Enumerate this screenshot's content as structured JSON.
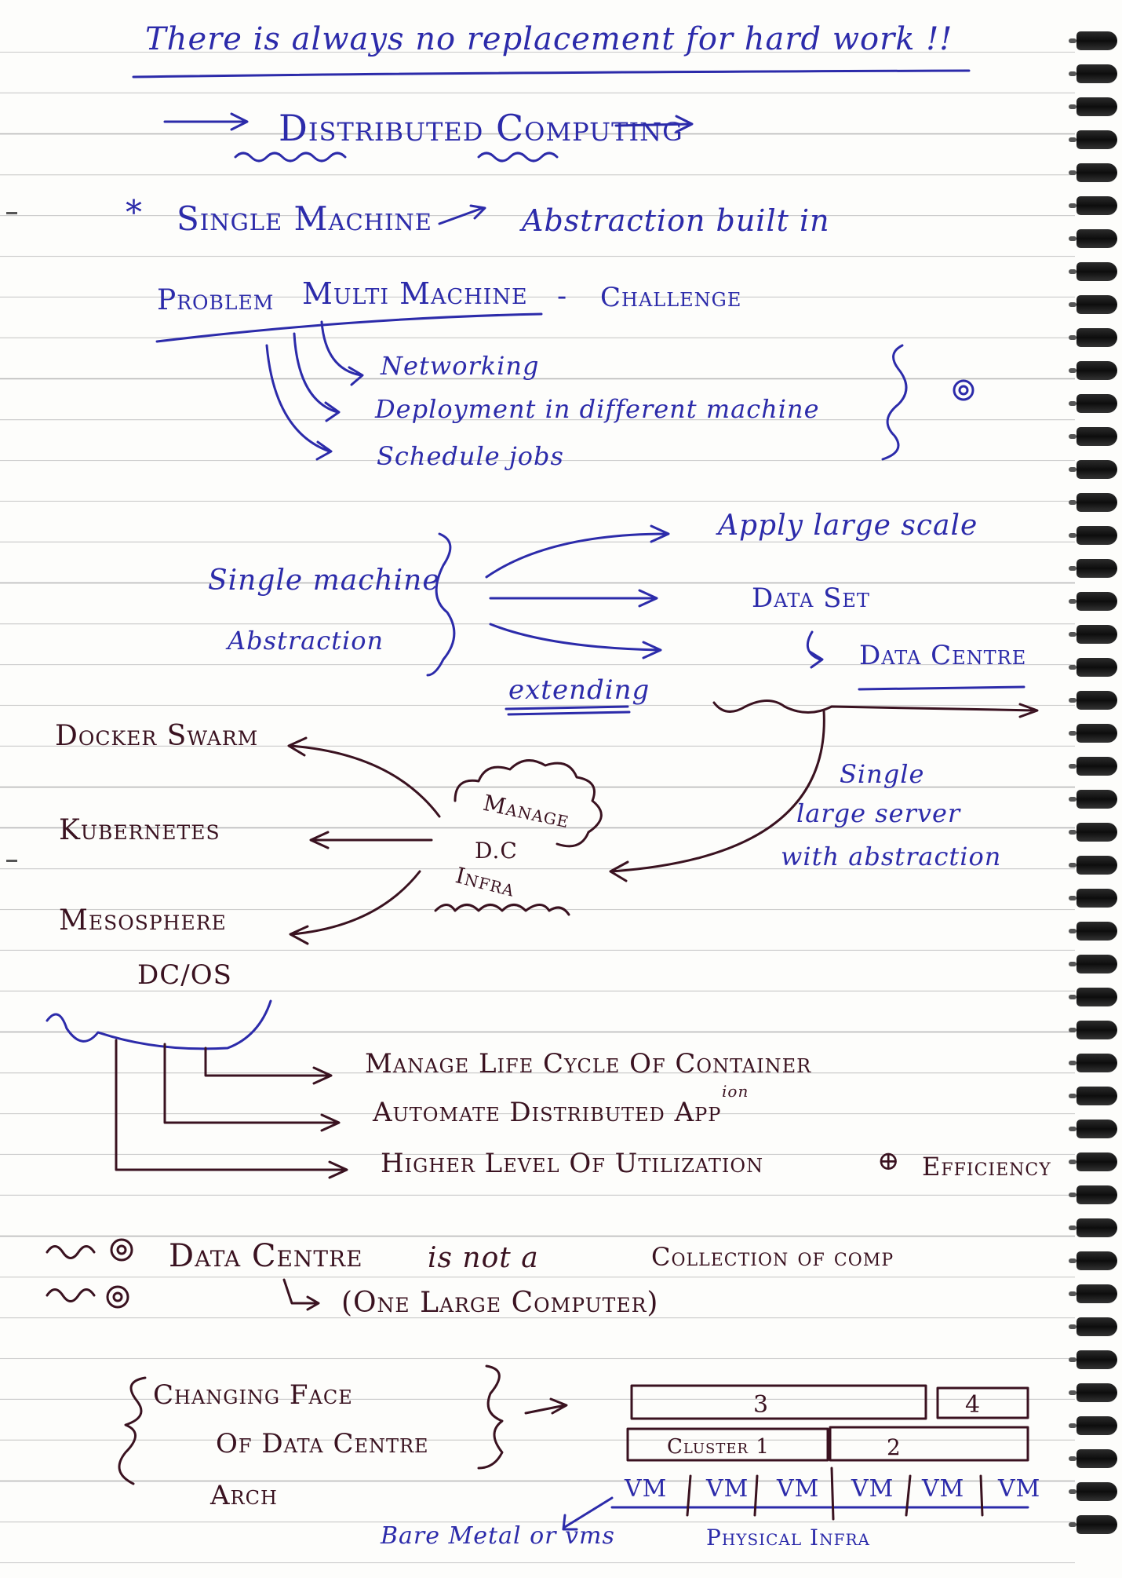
{
  "header": {
    "motto": "There is always no replacement for hard work !!",
    "title": "Distributed Computing"
  },
  "section1": {
    "star": "*",
    "single_machine": "Single Machine",
    "abstraction_built_in": "Abstraction built in",
    "problem": "Problem",
    "multi_machine": "Multi Machine",
    "dash": "-",
    "challenge": "Challenge",
    "challenges": [
      "Networking",
      "Deployment in different machine",
      "Schedule jobs"
    ]
  },
  "section2": {
    "single_machine": "Single machine",
    "abstraction": "Abstraction",
    "targets": [
      "Apply large scale",
      "Data Set",
      "Data Centre"
    ],
    "extending": "extending",
    "single_server": [
      "Single",
      "large server",
      "with abstraction"
    ]
  },
  "section3": {
    "cloud": [
      "Manage",
      "D.C",
      "Infra"
    ],
    "tools": [
      "Docker Swarm",
      "Kubernetes",
      "Mesosphere",
      "DC/OS"
    ]
  },
  "section4": {
    "items": [
      "Manage Life Cycle Of Container",
      "Automate Distributed App",
      "Higher Level Of Utilization",
      "Efficiency"
    ],
    "ion_note": "ion",
    "plus_symbol": "⊕"
  },
  "section5": {
    "line1_a": "Data Centre",
    "line1_b": "is not a",
    "line1_c": "Collection of comp",
    "line2": "(One Large Computer)"
  },
  "section6": {
    "changing_face": [
      "Changing Face",
      "Of Data Centre",
      "Arch"
    ],
    "box3": "3",
    "box4": "4",
    "cluster": "Cluster 1",
    "box2": "2",
    "vms": [
      "VM",
      "VM",
      "VM",
      "VM",
      "VM",
      "VM"
    ],
    "bare_metal": "Bare Metal or vms",
    "physical": "Physical Infra"
  }
}
